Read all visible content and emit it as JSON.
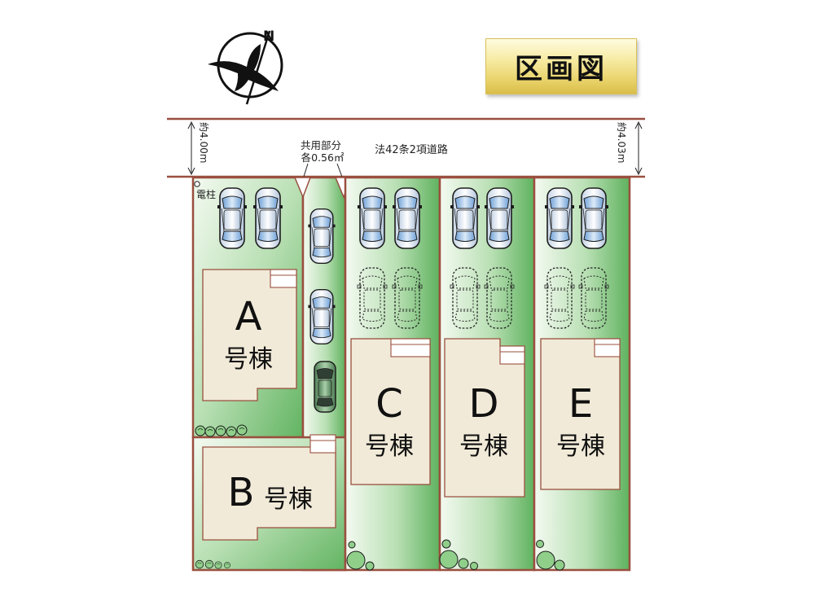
{
  "title": "区画図",
  "road": {
    "label": "法42条2項道路",
    "width_left": "約4.00m",
    "width_right": "約4.03m"
  },
  "shared_area": {
    "line1": "共用部分",
    "line2": "各0.56㎡"
  },
  "pole_label": "電柱",
  "compass_letter": "N",
  "units": [
    {
      "id": "A",
      "letter": "A",
      "suffix": "号棟"
    },
    {
      "id": "B",
      "letter": "B",
      "suffix": "号棟"
    },
    {
      "id": "C",
      "letter": "C",
      "suffix": "号棟"
    },
    {
      "id": "D",
      "letter": "D",
      "suffix": "号棟"
    },
    {
      "id": "E",
      "letter": "E",
      "suffix": "号棟"
    }
  ],
  "colors": {
    "lot_green_dark": "#5fb25f",
    "lot_green_light": "#eef7ea",
    "boundary": "#9a4f3e",
    "building": "#f1ead8"
  }
}
